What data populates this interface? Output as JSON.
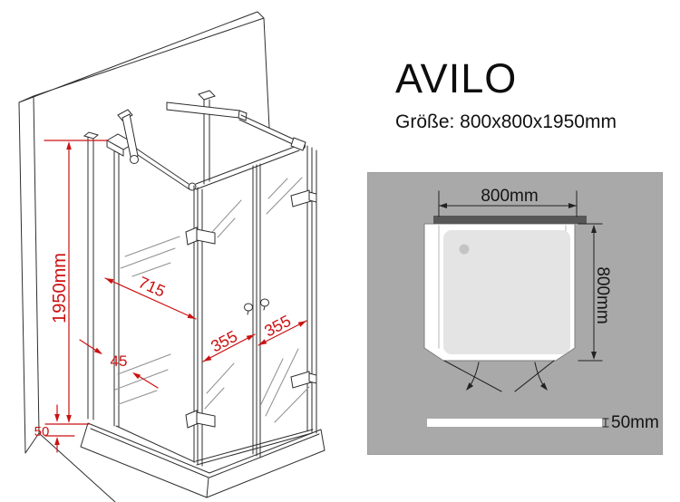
{
  "product": {
    "title": "AVILO",
    "size_label": "Größe: 800x800x1950mm"
  },
  "side_view": {
    "height_label": "1950mm",
    "width_label": "715",
    "left_door_label": "355",
    "right_door_label": "355",
    "wall_profile_label": "45",
    "tray_height_label": "50"
  },
  "top_view": {
    "width_label": "800mm",
    "depth_label": "800mm",
    "tray_height_label": "50mm"
  },
  "colors": {
    "dimension_red": "#cc1111",
    "panel_background": "#a9a9a9",
    "wall_bar_dark": "#575757",
    "tray_surface": "#e4e4e4",
    "drain_gray": "#c4c4c4",
    "line_color": "#2e2e2e",
    "reflection_line_gray": "#8f8f8f",
    "text_color": "#0d0d0d"
  }
}
